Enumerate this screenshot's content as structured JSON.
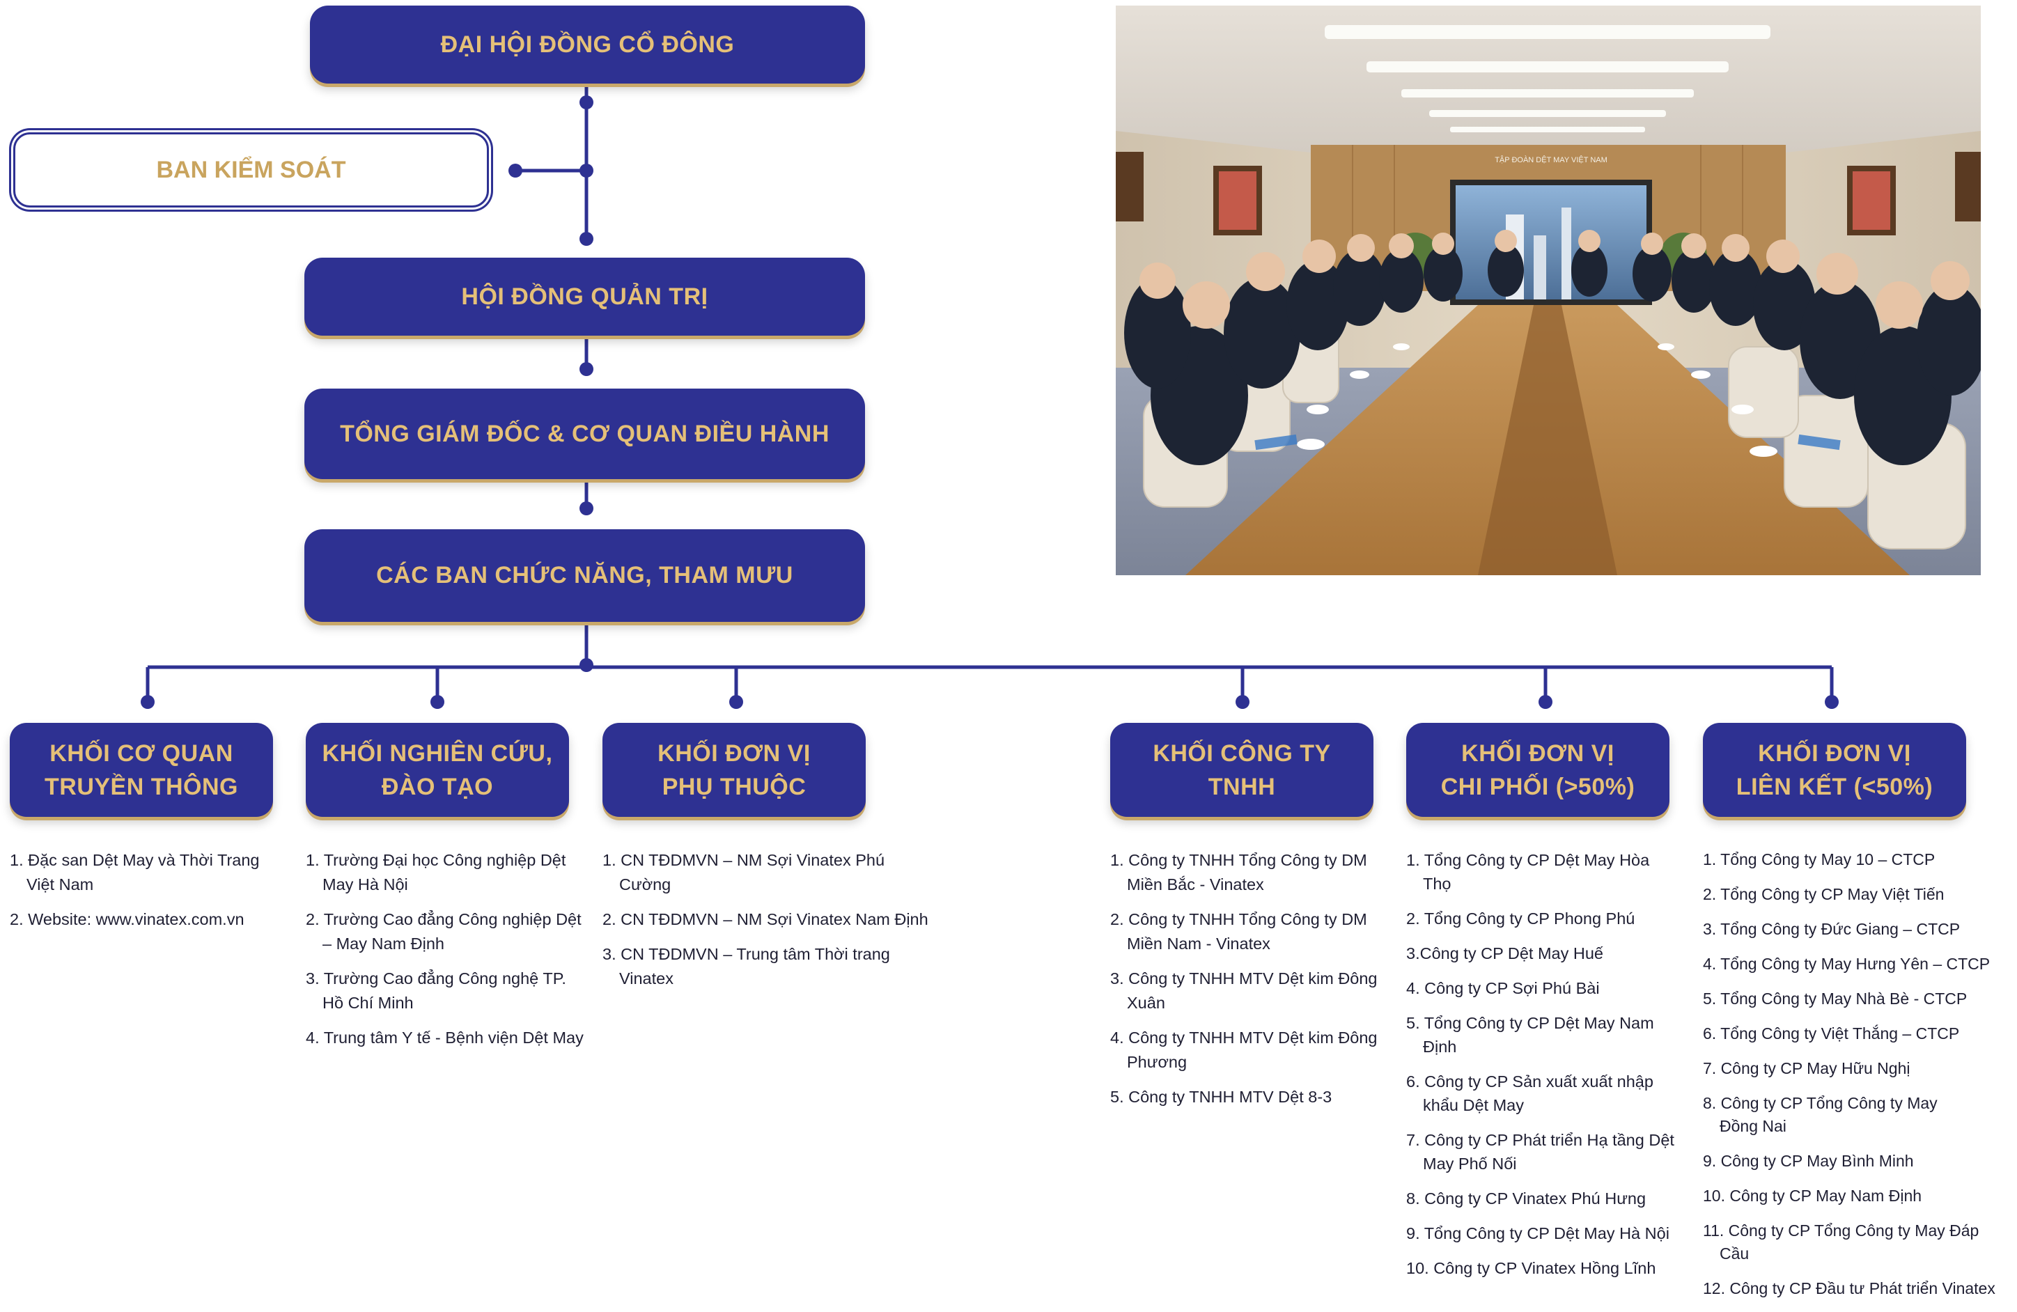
{
  "top": {
    "shareholders": "ĐẠI HỘI ĐỒNG CỔ ĐÔNG",
    "supervisory": "BAN KIỂM SOÁT",
    "board": "HỘI ĐỒNG QUẢN TRỊ",
    "ceo": "TỔNG GIÁM ĐỐC & CƠ QUAN ĐIỀU HÀNH",
    "functional": "CÁC BAN CHỨC NĂNG, THAM MƯU"
  },
  "groups": [
    {
      "title_lines": [
        "KHỐI CƠ QUAN",
        "TRUYỀN THÔNG"
      ],
      "items": [
        "1. Đặc san Dệt May và Thời Trang Việt Nam",
        "2. Website: www.vinatex.com.vn"
      ]
    },
    {
      "title_lines": [
        "KHỐI NGHIÊN CỨU,",
        "ĐÀO TẠO"
      ],
      "items": [
        "1. Trường Đại học Công nghiệp Dệt May Hà Nội",
        "2. Trường Cao đẳng Công nghiệp Dệt – May Nam Định",
        "3. Trường Cao đẳng Công nghệ TP. Hồ Chí Minh",
        "4. Trung tâm Y tế - Bệnh viện Dệt May"
      ]
    },
    {
      "title_lines": [
        "KHỐI ĐƠN VỊ",
        "PHỤ THUỘC"
      ],
      "items": [
        "1. CN TĐDMVN – NM Sợi Vinatex Phú Cường",
        "2. CN TĐDMVN – NM Sợi Vinatex Nam Định",
        "3. CN TĐDMVN – Trung tâm Thời trang Vinatex"
      ]
    },
    {
      "title_lines": [
        "KHỐI CÔNG TY",
        "TNHH"
      ],
      "items": [
        "1. Công ty TNHH Tổng Công ty DM Miền Bắc - Vinatex",
        "2. Công ty TNHH Tổng Công ty DM Miền Nam - Vinatex",
        "3. Công ty TNHH MTV Dệt kim Đông Xuân",
        "4. Công ty TNHH MTV Dệt kim Đông Phương",
        "5. Công ty TNHH MTV Dệt 8-3"
      ]
    },
    {
      "title_lines": [
        "KHỐI ĐƠN VỊ",
        "CHI PHỐI (>50%)"
      ],
      "items": [
        "1. Tổng Công ty CP Dệt May Hòa Thọ",
        "2. Tổng Công ty CP Phong Phú",
        "3.Công ty CP Dệt May Huế",
        "4. Công ty CP Sợi Phú Bài",
        "5. Tổng Công ty CP Dệt May Nam Định",
        "6. Công ty CP Sản xuất xuất nhập khẩu Dệt May",
        "7. Công ty CP Phát triển Hạ tầng Dệt May Phố Nối",
        "8. Công ty CP Vinatex Phú Hưng",
        "9. Tổng Công ty CP Dệt May Hà Nội",
        "10. Công ty CP Vinatex Hồng Lĩnh"
      ]
    },
    {
      "title_lines": [
        "KHỐI ĐƠN VỊ",
        "LIÊN KẾT (<50%)"
      ],
      "items": [
        "1.  Tổng Công ty  May 10 – CTCP",
        "2. Tổng Công ty CP May Việt Tiến",
        "3. Tổng Công ty Đức Giang – CTCP",
        "4. Tổng Công ty May Hưng Yên – CTCP",
        "5. Tổng Công ty May Nhà Bè - CTCP",
        "6. Tổng Công ty Việt Thắng – CTCP",
        "7. Công ty CP May Hữu Nghị",
        "8. Công ty CP Tổng  Công ty May Đồng Nai",
        "9. Công ty CP May Bình Minh",
        "10. Công ty CP May Nam Định",
        "11. Công ty CP Tổng Công ty  May Đáp Cầu",
        "12. Công ty CP Đầu tư Phát triển Vinatex"
      ]
    }
  ],
  "photo": {
    "screen_sign": "TẬP ĐOÀN DỆT MAY VIỆT NAM"
  },
  "colors": {
    "navy": "#2e3192",
    "gold": "#e5c078",
    "gold_shadow": "#c9a86a"
  }
}
